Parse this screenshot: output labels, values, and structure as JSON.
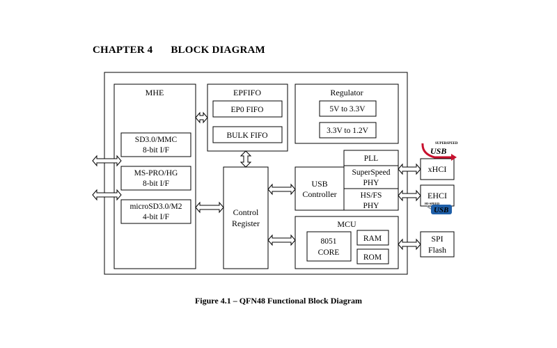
{
  "chapter": {
    "number": "CHAPTER 4",
    "title": "BLOCK DIAGRAM"
  },
  "caption": "Figure 4.1 – QFN48 Functional Block Diagram",
  "blocks": {
    "mhe": "MHE",
    "sd": [
      "SD3.0/MMC",
      "8-bit I/F"
    ],
    "ms": [
      "MS-PRO/HG",
      "8-bit I/F"
    ],
    "microsd": [
      "microSD3.0/M2",
      "4-bit I/F"
    ],
    "epfifo": "EPFIFO",
    "ep0": "EP0 FIFO",
    "bulk": "BULK FIFO",
    "regulator": "Regulator",
    "reg1": "5V to 3.3V",
    "reg2": "3.3V to 1.2V",
    "control": [
      "Control",
      "Register"
    ],
    "usb": [
      "USB",
      "Controller"
    ],
    "pll": "PLL",
    "ssphy": [
      "SuperSpeed",
      "PHY"
    ],
    "hsphy": [
      "HS/FS",
      "PHY"
    ],
    "mcu": "MCU",
    "core": [
      "8051",
      "CORE"
    ],
    "ram": "RAM",
    "rom": "ROM",
    "xhci": "xHCI",
    "ehci": "EHCI",
    "spi": [
      "SPI",
      "Flash"
    ]
  },
  "logos": {
    "superspeed": {
      "top": "SUPERSPEED",
      "mark": "USB"
    },
    "hispeed": {
      "top": "HI-SPEED",
      "mark": "USB"
    }
  },
  "colors": {
    "usb_blue": "#1f5fa8",
    "usb_red": "#c8102e",
    "usb_grey": "#9aa0a6"
  }
}
